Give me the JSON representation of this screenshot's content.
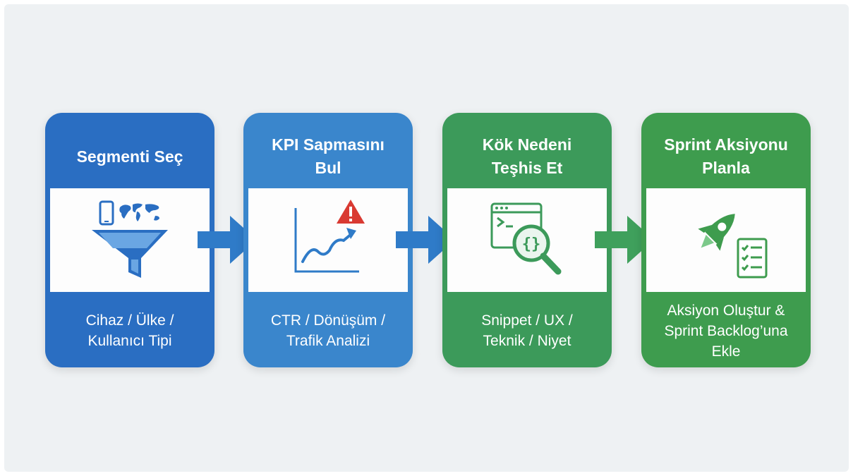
{
  "colors": {
    "step1": "#2a6ec2",
    "step2": "#3a86cc",
    "step3": "#3c9a5a",
    "step4": "#3e9c4e",
    "arrow_blue": "#2f7bc8",
    "arrow_green": "#3fa05c",
    "background": "#eef1f3",
    "alert_red": "#d93a32"
  },
  "steps": [
    {
      "title": "Segmenti Seç",
      "icon": "funnel-icon",
      "description": "Cihaz / Ülke /\nKullanıcı Tipi"
    },
    {
      "title": "KPI Sapmasını\nBul",
      "icon": "chart-alert-icon",
      "description": "CTR / Dönüşüm /\nTrafik Analizi"
    },
    {
      "title": "Kök Nedeni\nTeşhis Et",
      "icon": "code-search-icon",
      "description": "Snippet / UX /\nTeknik / Niyet"
    },
    {
      "title": "Sprint Aksiyonu\nPlanla",
      "icon": "rocket-checklist-icon",
      "description": "Aksiyon Oluştur &\nSprint Backlog’una\nEkle"
    }
  ],
  "arrows": [
    "arrow-right-icon",
    "arrow-right-icon",
    "arrow-right-icon"
  ]
}
